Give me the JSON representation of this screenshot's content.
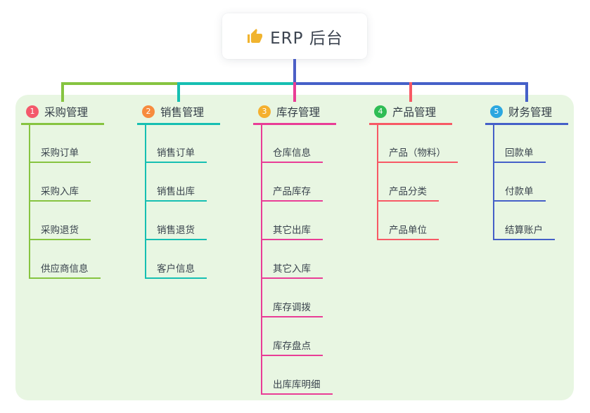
{
  "root": {
    "label": "ERP 后台",
    "icon": "thumbs-up",
    "icon_color": "#f1b42f",
    "stem_color": "#4c5fc6",
    "card_bg": "#ffffff"
  },
  "panel": {
    "bg": "#e8f6e2"
  },
  "text_colors": {
    "title": "#323c46",
    "child": "#39434d",
    "root": "#3c4450"
  },
  "branches": [
    {
      "num": "1",
      "title": "采购管理",
      "badge_color": "#f4596b",
      "line_color": "#86c440",
      "children": [
        "采购订单",
        "采购入库",
        "采购退货",
        "供应商信息"
      ]
    },
    {
      "num": "2",
      "title": "销售管理",
      "badge_color": "#f78b3e",
      "line_color": "#16bfb2",
      "children": [
        "销售订单",
        "销售出库",
        "销售退货",
        "客户信息"
      ]
    },
    {
      "num": "3",
      "title": "库存管理",
      "badge_color": "#f5b02e",
      "line_color": "#e93d96",
      "children": [
        "仓库信息",
        "产品库存",
        "其它出库",
        "其它入库",
        "库存调拨",
        "库存盘点",
        "出库库明细"
      ]
    },
    {
      "num": "4",
      "title": "产品管理",
      "badge_color": "#2fbd55",
      "line_color": "#f75965",
      "children": [
        "产品（物料）",
        "产品分类",
        "产品单位"
      ]
    },
    {
      "num": "5",
      "title": "财务管理",
      "badge_color": "#2ba7e0",
      "line_color": "#4560c8",
      "children": [
        "回款单",
        "付款单",
        "结算账户"
      ]
    }
  ]
}
